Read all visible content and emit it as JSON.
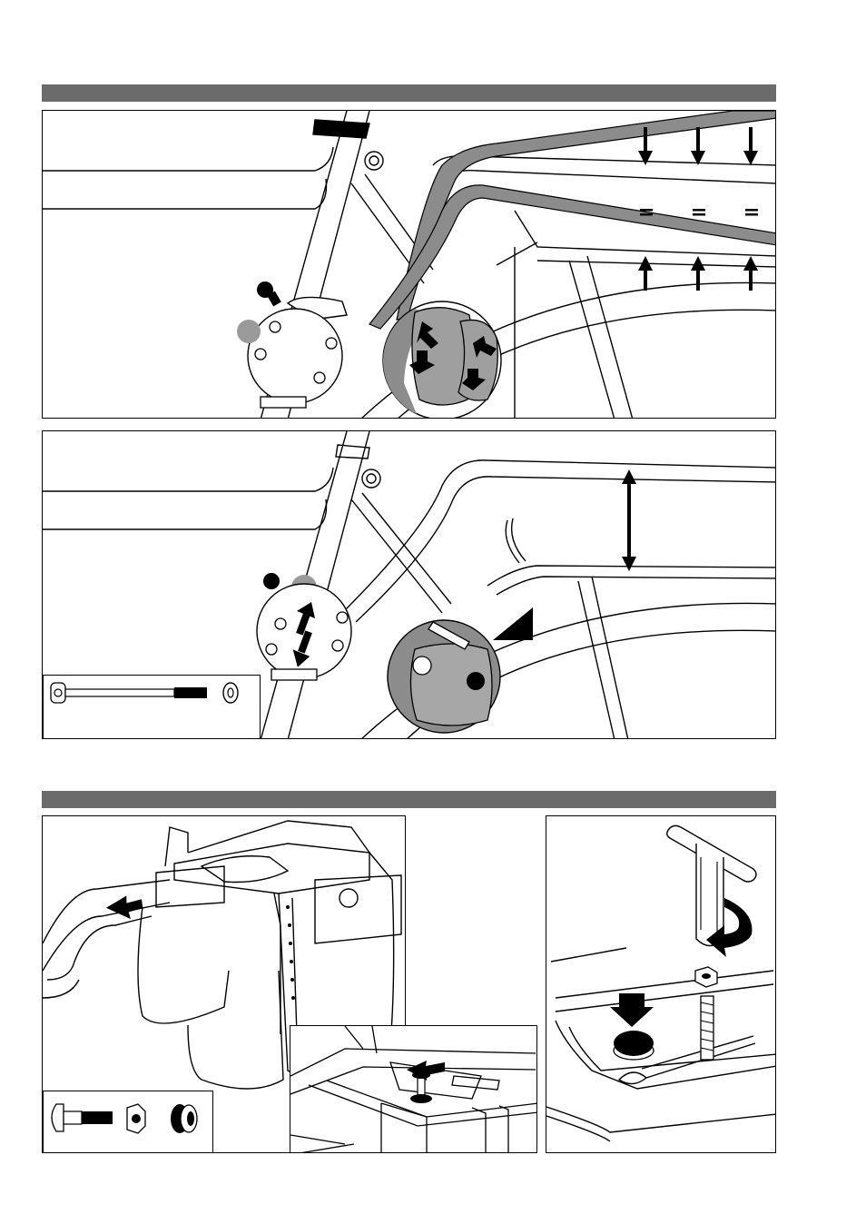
{
  "page": {
    "section_bars": [
      "section-bar-top",
      "section-bar-bottom"
    ],
    "colors": {
      "section_bar": "#6b6b6b",
      "line": "#000000",
      "highlight_gray": "#8c8c8c",
      "circle_gray": "#9a9a9a",
      "background": "#ffffff"
    }
  },
  "figures": [
    {
      "id": "fig-1",
      "depicts": "rack-tube-alignment",
      "icons": [
        "arrow-down-icon",
        "arrow-up-icon",
        "equal-sign-icon",
        "clamp-detail-icon"
      ]
    },
    {
      "id": "fig-2",
      "depicts": "rack-height-adjust",
      "icons": [
        "double-arrow-icon",
        "bolt-icon",
        "washer-icon",
        "wedge-pointer-icon"
      ]
    },
    {
      "id": "fig-3",
      "depicts": "box-mount-slide-in",
      "icons": [
        "arrow-right-icon",
        "carriage-bolt-icon",
        "nut-icon",
        "cap-icon"
      ]
    },
    {
      "id": "fig-4",
      "depicts": "tighten-nut-and-cap",
      "icons": [
        "socket-wrench-icon",
        "rotate-arrow-icon",
        "arrow-down-icon",
        "nut-icon",
        "bolt-icon"
      ]
    }
  ]
}
